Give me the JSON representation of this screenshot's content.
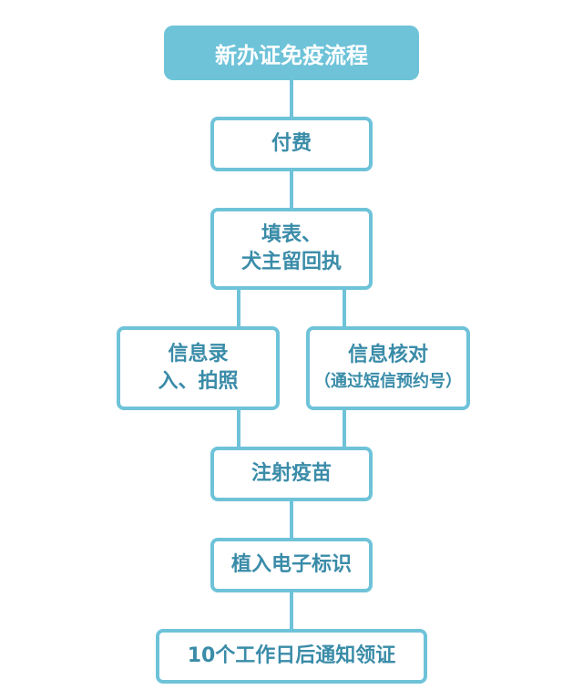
{
  "title": "新办证免疫流程",
  "steps": {
    "pay": "付费",
    "fill_line1": "填表、",
    "fill_line2": "犬主留回执",
    "entry_line1": "信息录",
    "entry_line2": "入、拍照",
    "verify_line1": "信息核对",
    "verify_line2": "（通过短信预约号）",
    "vaccine": "注射疫苗",
    "chip": "植入电子标识",
    "notify": "10个工作日后通知领证"
  }
}
